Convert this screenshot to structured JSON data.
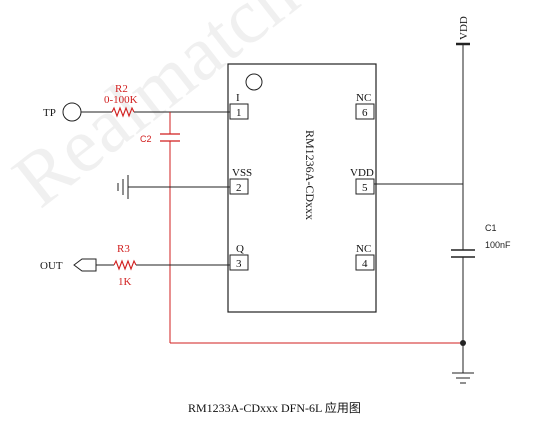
{
  "watermark": "Realmatch",
  "ic": {
    "part": "RM1236A-CDxxx",
    "pins": {
      "p1": {
        "num": "1",
        "name": "I"
      },
      "p2": {
        "num": "2",
        "name": "VSS"
      },
      "p3": {
        "num": "3",
        "name": "Q"
      },
      "p4": {
        "num": "4",
        "name": "NC"
      },
      "p5": {
        "num": "5",
        "name": "VDD"
      },
      "p6": {
        "num": "6",
        "name": "NC"
      }
    }
  },
  "components": {
    "r2": {
      "ref": "R2",
      "value": "0-100K"
    },
    "r3": {
      "ref": "R3",
      "value": "1K"
    },
    "c2": {
      "ref": "C2"
    },
    "c1": {
      "ref": "C1",
      "value": "100nF"
    }
  },
  "ports": {
    "tp": "TP",
    "out": "OUT",
    "vdd": "VDD"
  },
  "caption": "RM1233A-CDxxx DFN-6L  应用图",
  "colors": {
    "wire": "#222222",
    "accent": "#d11f1f"
  }
}
